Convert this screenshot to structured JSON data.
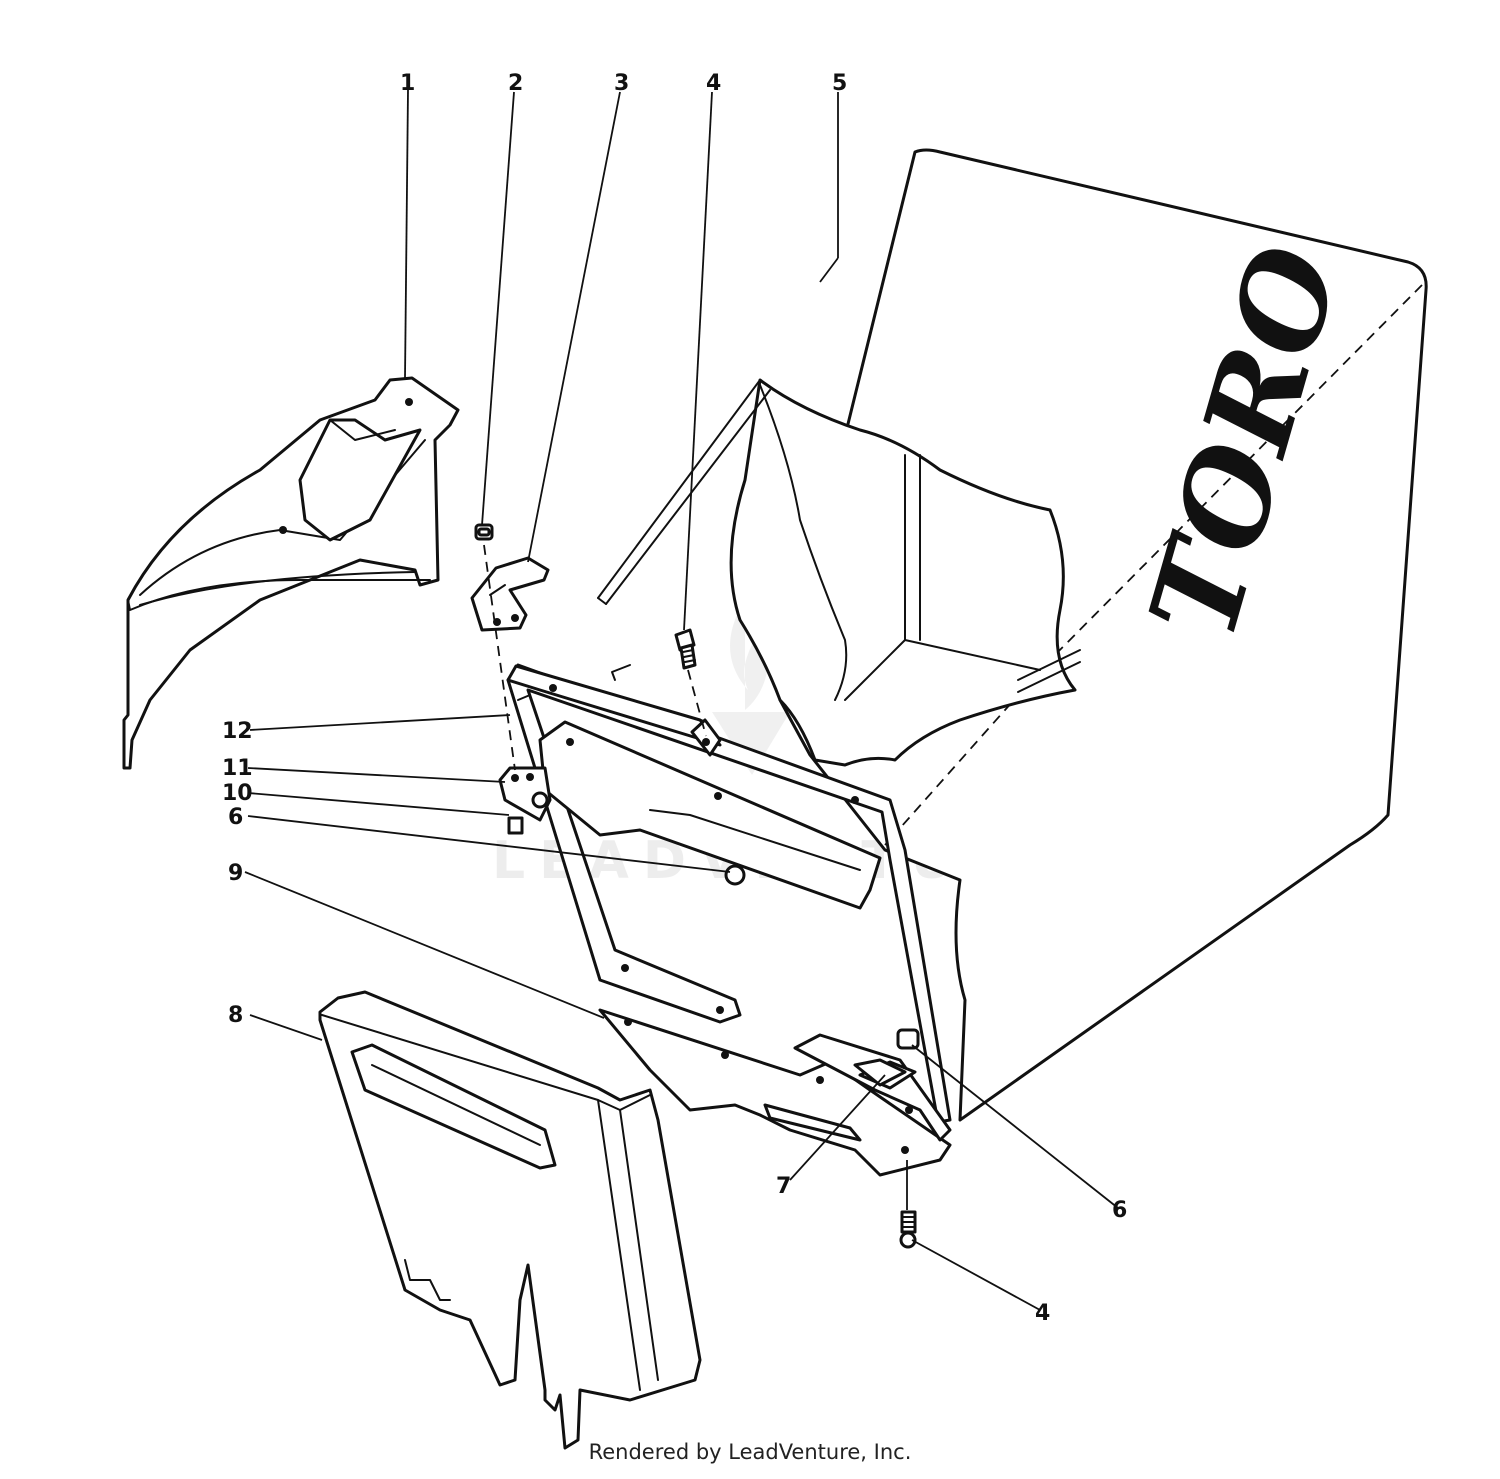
{
  "diagram": {
    "brand_logo": "TORO",
    "watermark": "LEADVENTURE",
    "callouts": {
      "c1": "1",
      "c2": "2",
      "c3": "3",
      "c4_top": "4",
      "c5": "5",
      "c12": "12",
      "c11": "11",
      "c10": "10",
      "c6_left": "6",
      "c9": "9",
      "c8": "8",
      "c7": "7",
      "c6_right": "6",
      "c4_bottom": "4"
    }
  },
  "footer": {
    "text": "Rendered by LeadVenture, Inc."
  }
}
